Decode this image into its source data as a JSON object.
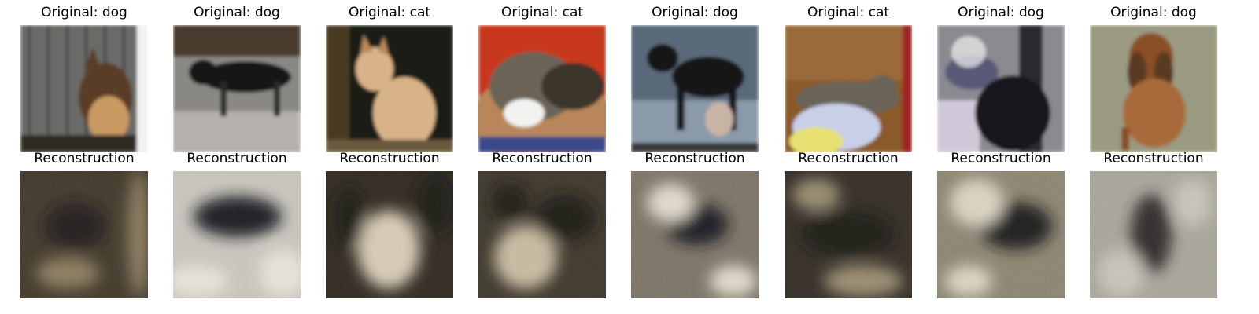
{
  "figure": {
    "columns": [
      {
        "original_title": "Original: dog",
        "reconstruction_title": "Reconstruction",
        "original_scene": {
          "bg": "#6a6a68",
          "accent": "#f2f2f2",
          "subject": "#5a3e26",
          "subject2": "#c99a62",
          "detail": "#2a2a2a"
        },
        "reconstruction_scene": {
          "bg": "#3d3425",
          "glow": "#8a7a5c",
          "dark": "#1c1812"
        }
      },
      {
        "original_title": "Original: dog",
        "reconstruction_title": "Reconstruction",
        "original_scene": {
          "bg": "#8a8885",
          "accent": "#b4b0ab",
          "subject": "#121212",
          "subject2": "#2a2a2a",
          "detail": "#5a4a42"
        },
        "reconstruction_scene": {
          "bg": "#c9c7bd",
          "glow": "#e8e6dc",
          "dark": "#14141e"
        }
      },
      {
        "original_title": "Original: cat",
        "reconstruction_title": "Reconstruction",
        "original_scene": {
          "bg": "#1e1a12",
          "accent": "#4a3a20",
          "subject": "#d8b288",
          "subject2": "#b88a5a",
          "detail": "#6a5a3c"
        },
        "reconstruction_scene": {
          "bg": "#2a241a",
          "glow": "#d9cdb5",
          "dark": "#141210"
        }
      },
      {
        "original_title": "Original: cat",
        "reconstruction_title": "Reconstruction",
        "original_scene": {
          "bg": "#c8381a",
          "accent": "#b8865a",
          "subject": "#6a6456",
          "subject2": "#f2f2f0",
          "detail": "#3a4a8a"
        },
        "reconstruction_scene": {
          "bg": "#3a3226",
          "glow": "#c9bca0",
          "dark": "#181410"
        }
      },
      {
        "original_title": "Original: dog",
        "reconstruction_title": "Reconstruction",
        "original_scene": {
          "bg": "#5a6a7a",
          "accent": "#8a9aaa",
          "subject": "#141418",
          "subject2": "#c8b4a4",
          "detail": "#3a3a3a"
        },
        "reconstruction_scene": {
          "bg": "#7a7264",
          "glow": "#e2dccc",
          "dark": "#16141a"
        }
      },
      {
        "original_title": "Original: cat",
        "reconstruction_title": "Reconstruction",
        "original_scene": {
          "bg": "#8a5a2a",
          "accent": "#e8e070",
          "subject": "#6a6458",
          "subject2": "#c8d0e8",
          "detail": "#a02020"
        },
        "reconstruction_scene": {
          "bg": "#2e2820",
          "glow": "#9a8c70",
          "dark": "#14120e"
        }
      },
      {
        "original_title": "Original: dog",
        "reconstruction_title": "Reconstruction",
        "original_scene": {
          "bg": "#8a8a90",
          "accent": "#d0c8d8",
          "subject": "#16161c",
          "subject2": "#5a5a78",
          "detail": "#f2f2f2"
        },
        "reconstruction_scene": {
          "bg": "#8a8470",
          "glow": "#dcd6c4",
          "dark": "#181612"
        }
      },
      {
        "original_title": "Original: dog",
        "reconstruction_title": "Reconstruction",
        "original_scene": {
          "bg": "#9a9a80",
          "accent": "#b8b8a0",
          "subject": "#8a5028",
          "subject2": "#a86a3a",
          "detail": "#5a3a20"
        },
        "reconstruction_scene": {
          "bg": "#a8a69a",
          "glow": "#c8c6ba",
          "dark": "#2a2826"
        }
      }
    ]
  }
}
